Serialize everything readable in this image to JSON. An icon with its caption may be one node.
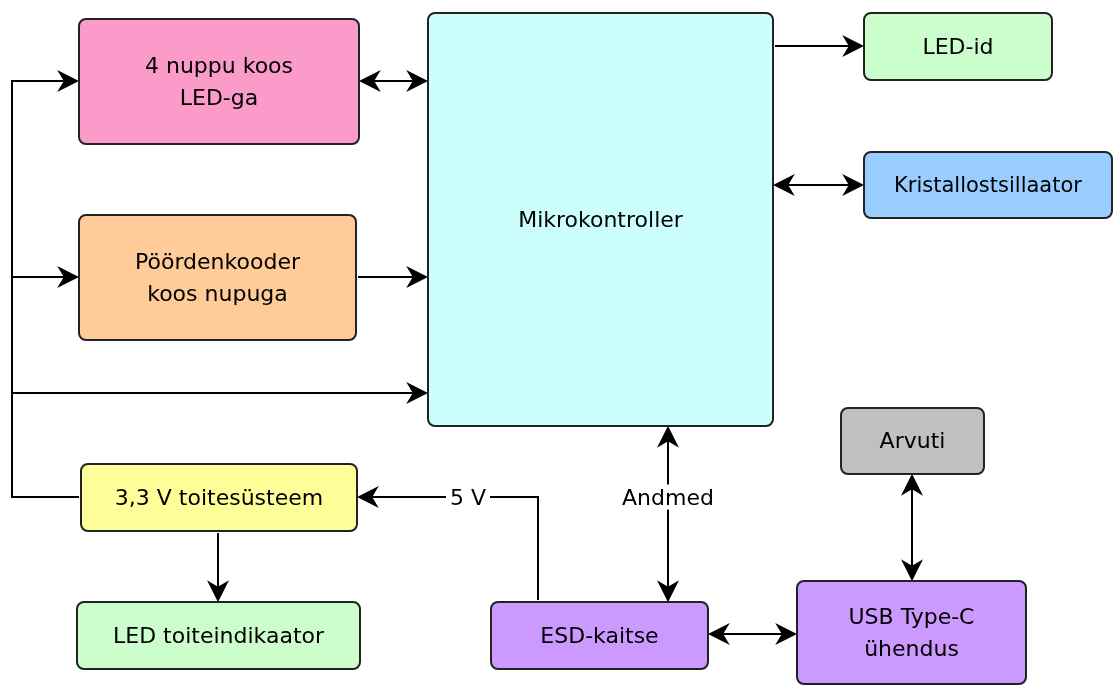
{
  "diagram": {
    "nodes": [
      {
        "text": [
          "4 nuppu koos LED-ga"
        ]
      },
      {
        "text": [
          "Mikrokontroller"
        ]
      },
      {
        "text": [
          "LED-id"
        ]
      },
      {
        "text": [
          "Kristallostsillaator"
        ]
      },
      {
        "text": [
          "Pöördenkooder koos nupuga"
        ]
      },
      {
        "text": [
          "Arvuti"
        ]
      },
      {
        "text": [
          "3,3 V toitesüsteem"
        ]
      },
      {
        "text": [
          "LED toiteindikaator"
        ]
      },
      {
        "text": [
          "ESD-kaitse"
        ]
      },
      {
        "text": [
          "USB Type-C ühendus"
        ]
      }
    ],
    "edges": [
      {
        "from": 0,
        "to": 1,
        "arrow": "both"
      },
      {
        "from": 1,
        "to": 2,
        "arrow": "to"
      },
      {
        "from": 1,
        "to": 3,
        "arrow": "both"
      },
      {
        "from": 4,
        "to": 1,
        "arrow": "to"
      },
      {
        "from": 6,
        "to": 0,
        "arrow": "to"
      },
      {
        "from": 6,
        "to": 4,
        "arrow": "to"
      },
      {
        "from": 6,
        "to": 1,
        "arrow": "to"
      },
      {
        "from": 6,
        "to": 7,
        "arrow": "to"
      },
      {
        "from": 8,
        "to": 6,
        "arrow": "to",
        "label": "5 V"
      },
      {
        "from": 8,
        "to": 1,
        "arrow": "both",
        "label": "Andmed"
      },
      {
        "from": 8,
        "to": 9,
        "arrow": "both"
      },
      {
        "from": 5,
        "to": 9,
        "arrow": "both"
      }
    ]
  }
}
